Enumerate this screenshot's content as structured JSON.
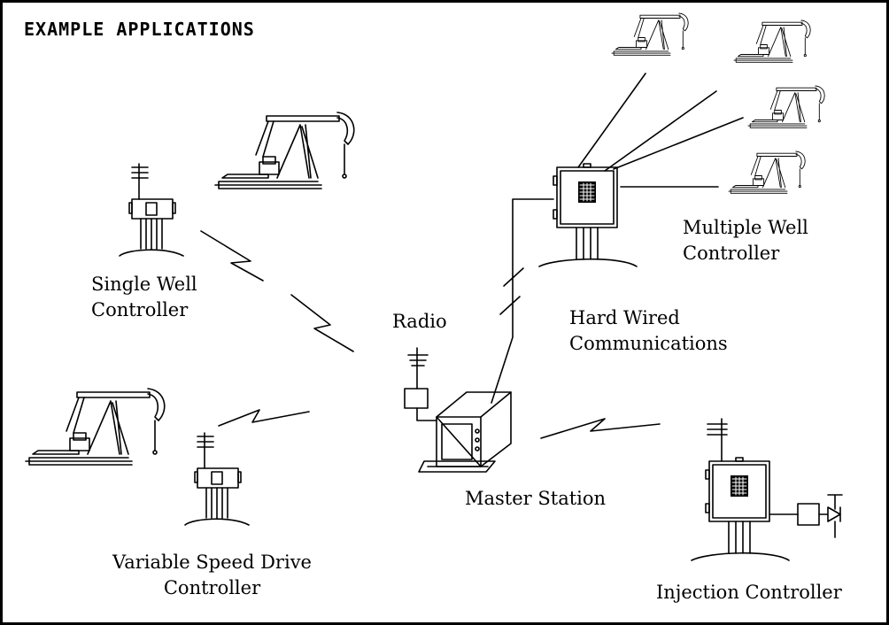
{
  "title": "EXAMPLE APPLICATIONS",
  "labels": {
    "single_well": [
      "Single Well",
      "Controller"
    ],
    "radio": "Radio",
    "hard_wired": [
      "Hard Wired",
      "Communications"
    ],
    "multiple_well": [
      "Multiple Well",
      "Controller"
    ],
    "vsd": [
      "Variable Speed Drive",
      "Controller"
    ],
    "master": "Master Station",
    "injection": "Injection Controller"
  },
  "icons": [
    "pump-jack-icon",
    "controller-box-icon",
    "antenna-icon",
    "radio-box-icon",
    "computer-terminal-icon",
    "radio-link-icon",
    "valve-icon"
  ],
  "colors": {
    "line": "#000000",
    "background": "#ffffff"
  }
}
